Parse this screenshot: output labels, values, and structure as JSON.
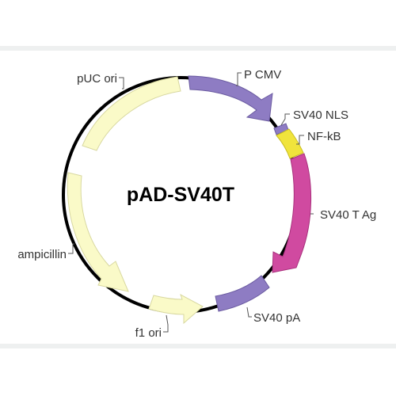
{
  "plasmid": {
    "name": "pAD-SV40T",
    "backbone_color": "#000000",
    "features": [
      {
        "id": "p-cmv",
        "label": "P CMV",
        "color": "#8e7cc3",
        "stroke": "#6a5aa0",
        "type": "arrow"
      },
      {
        "id": "sv40-nls",
        "label": "SV40 NLS",
        "color": "#8e7cc3",
        "stroke": "#6a5aa0",
        "type": "box"
      },
      {
        "id": "nf-kb",
        "label": "NF-kB",
        "color": "#f0e43c",
        "stroke": "#c8bc20",
        "type": "box"
      },
      {
        "id": "sv40-t-ag",
        "label": "SV40 T Ag",
        "color": "#d04aa0",
        "stroke": "#a8307c",
        "type": "arrow"
      },
      {
        "id": "sv40-pa",
        "label": "SV40 pA",
        "color": "#8e7cc3",
        "stroke": "#6a5aa0",
        "type": "box"
      },
      {
        "id": "f1-ori",
        "label": "f1 ori",
        "color": "#fafac8",
        "stroke": "#d8d8a0",
        "type": "arrow"
      },
      {
        "id": "ampicillin",
        "label": "ampicillin",
        "color": "#fafac8",
        "stroke": "#d8d8a0",
        "type": "arrow"
      },
      {
        "id": "puc-ori",
        "label": "pUC ori",
        "color": "#fafac8",
        "stroke": "#d8d8a0",
        "type": "box"
      }
    ]
  }
}
